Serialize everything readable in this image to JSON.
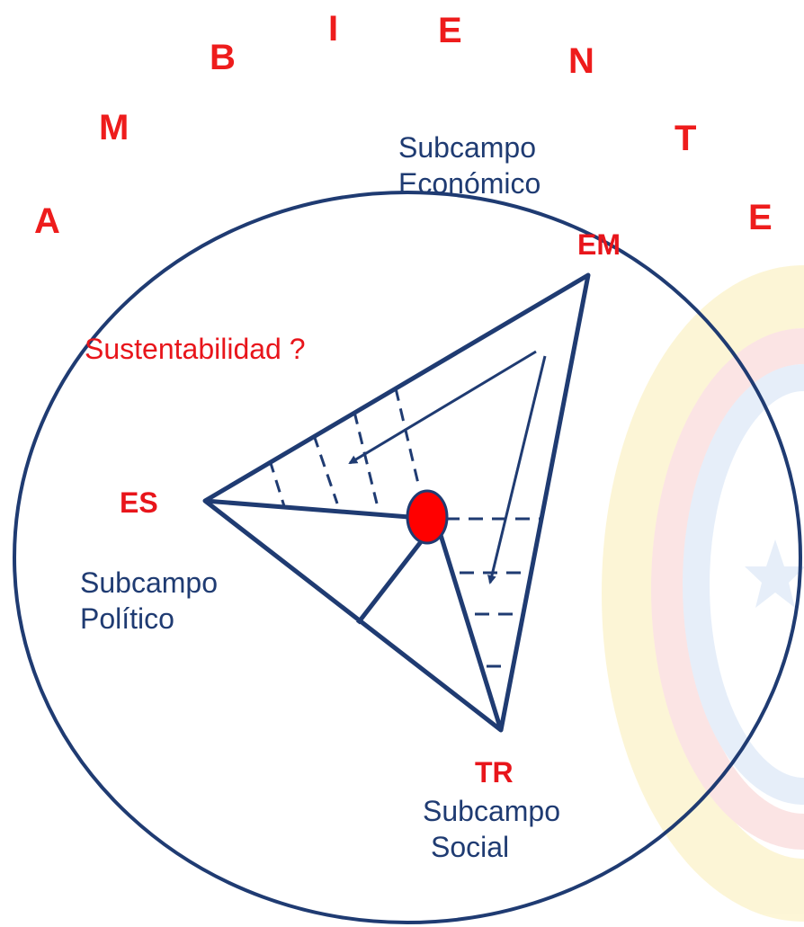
{
  "ambient_letters": [
    "A",
    "M",
    "B",
    "I",
    "E",
    "N",
    "T",
    "E"
  ],
  "vertices": {
    "em": "EM",
    "es": "ES",
    "tr": "TR"
  },
  "subfields": {
    "economico": [
      "Subcampo",
      "Económico"
    ],
    "politico": [
      "Subcampo",
      "Político"
    ],
    "social": [
      "Subcampo",
      "Social"
    ]
  },
  "question": "Sustentabilidad ?",
  "colors": {
    "line": "#1f3b72",
    "accent": "#e8151b",
    "watermark": [
      "#f5d44a",
      "#f08a8a",
      "#8fb7e6"
    ]
  }
}
